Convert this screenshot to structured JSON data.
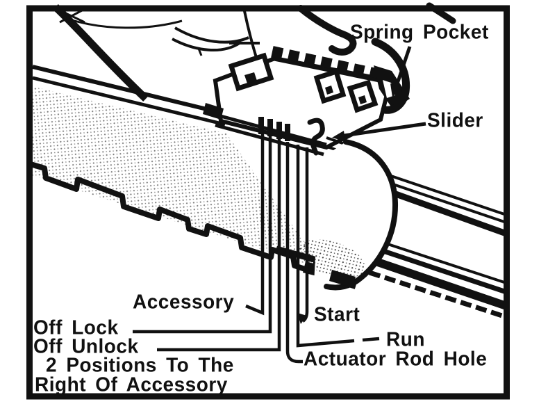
{
  "colors": {
    "ink": "#111111",
    "paper": "#ffffff"
  },
  "labels": {
    "spring_pocket": "Spring Pocket",
    "slider": "Slider",
    "accessory": "Accessory",
    "off_lock": "Off Lock",
    "off_unlock": "Off Unlock",
    "position_note_line1": "2 Positions To The",
    "position_note_line2": "Right Of Accessory",
    "start": "Start",
    "run": "Run",
    "actuator_rod_hole": "Actuator Rod Hole"
  }
}
